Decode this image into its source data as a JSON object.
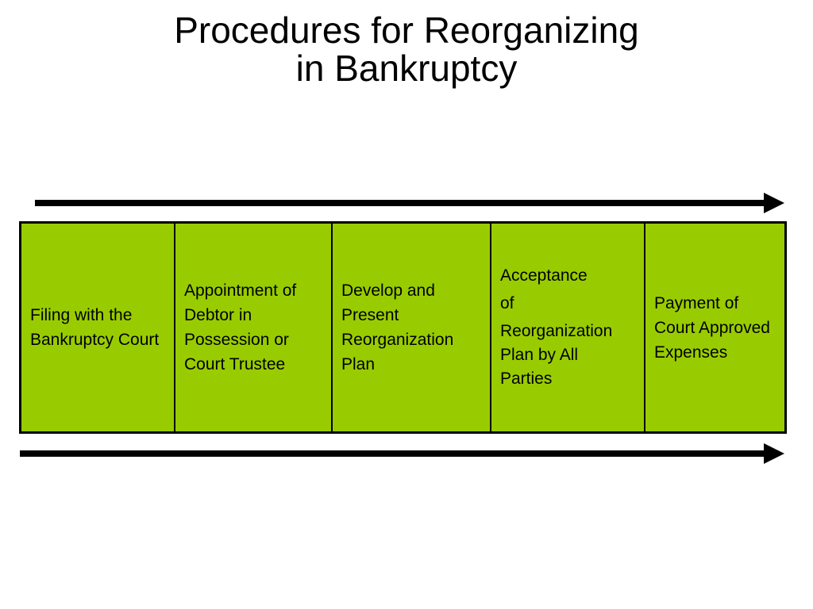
{
  "title": {
    "line1": "Procedures for Reorganizing",
    "line2": "in Bankruptcy"
  },
  "colors": {
    "box_fill": "#99cc00",
    "border": "#000000",
    "arrow": "#000000"
  },
  "steps": [
    {
      "label": "Filing with the Bankruptcy Court"
    },
    {
      "label": "Appointment of Debtor in Possession or Court Trustee"
    },
    {
      "label": "Develop and Present Reorganization Plan"
    },
    {
      "label": "Acceptance of Reorganization Plan by All Parties",
      "lines": [
        "Acceptance",
        "of",
        "Reorganization",
        "Plan by All",
        "Parties"
      ]
    },
    {
      "label": "Payment of Court Approved Expenses"
    }
  ]
}
